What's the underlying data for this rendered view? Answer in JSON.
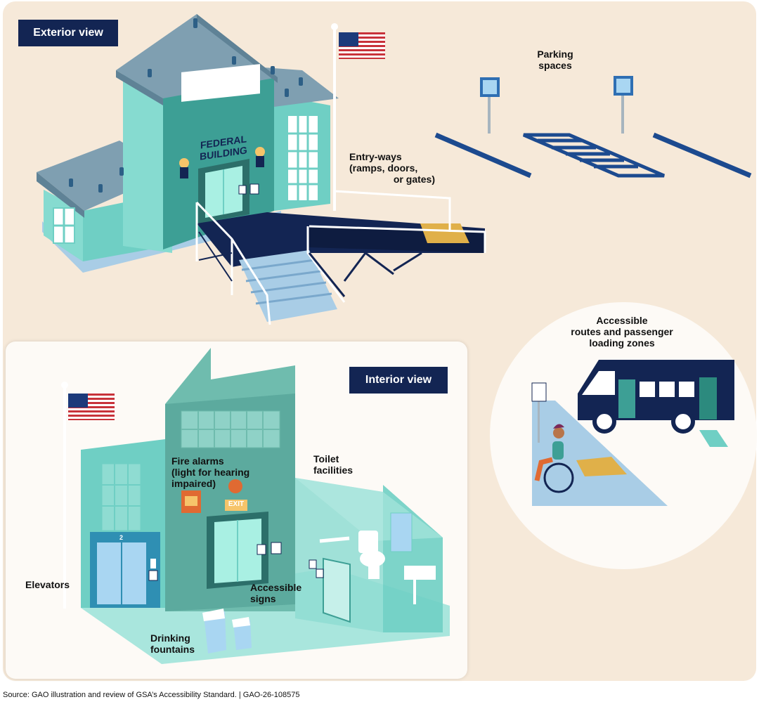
{
  "exterior": {
    "tag": "Exterior view",
    "building_sign": [
      "FEDERAL",
      "BUILDING"
    ],
    "parking_label": [
      "Parking",
      "spaces"
    ],
    "entryways_label": [
      "Entry-ways",
      "(ramps, doors,",
      "or gates)"
    ],
    "routes_label": [
      "Accessible",
      "routes and passenger",
      "loading zones"
    ]
  },
  "interior": {
    "tag": "Interior view",
    "fire_alarms_label": [
      "Fire alarms",
      "(light for hearing",
      "impaired)"
    ],
    "exit_sign": "EXIT",
    "elevator_floor": "2",
    "toilet_label": [
      "Toilet",
      "facilities"
    ],
    "elevators_label": "Elevators",
    "signs_label": [
      "Accessible",
      "signs"
    ],
    "fountains_label": [
      "Drinking",
      "fountains"
    ]
  },
  "source": "Source: GAO illustration and review of GSA’s Accessibility Standard.  |  GAO-26-108575",
  "colors": {
    "background": "#f6e9d9",
    "navy": "#132553",
    "teal": "#6fcfc4",
    "teal_dark": "#3d9f95",
    "roof": "#7f9fb1",
    "blue_light": "#a9cde6"
  }
}
